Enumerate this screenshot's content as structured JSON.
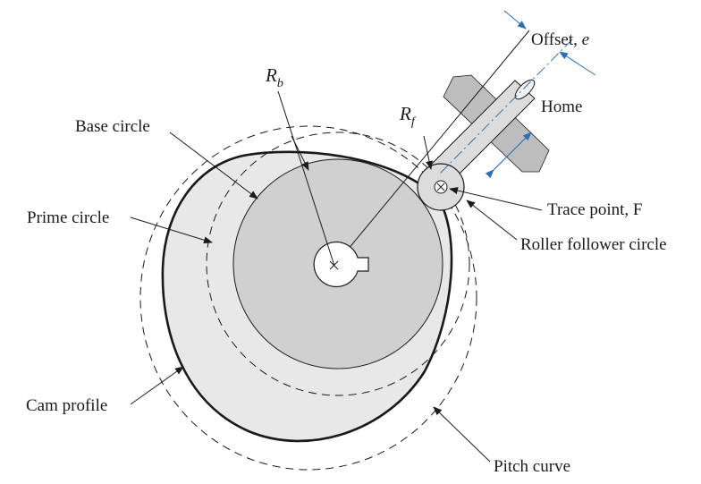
{
  "labels": {
    "offset": "Offset, ",
    "offset_symbol": "e",
    "home": "Home",
    "base_circle": "Base circle",
    "prime_circle": "Prime circle",
    "trace_point": "Trace point, F",
    "roller_follower_circle": "Roller follower circle",
    "cam_profile": "Cam profile",
    "pitch_curve": "Pitch curve"
  },
  "symbols": {
    "base_radius": "R",
    "base_radius_sub": "b",
    "follower_radius": "R",
    "follower_radius_sub": "f"
  },
  "colors": {
    "cam_fill": "#e8e8e8",
    "base_fill": "#d0d0d0",
    "guide_fill": "#bdbdbd",
    "follower_fill": "#dcdcdc",
    "arrow_blue": "#2f6fb5",
    "ink": "#1a1a1a"
  }
}
